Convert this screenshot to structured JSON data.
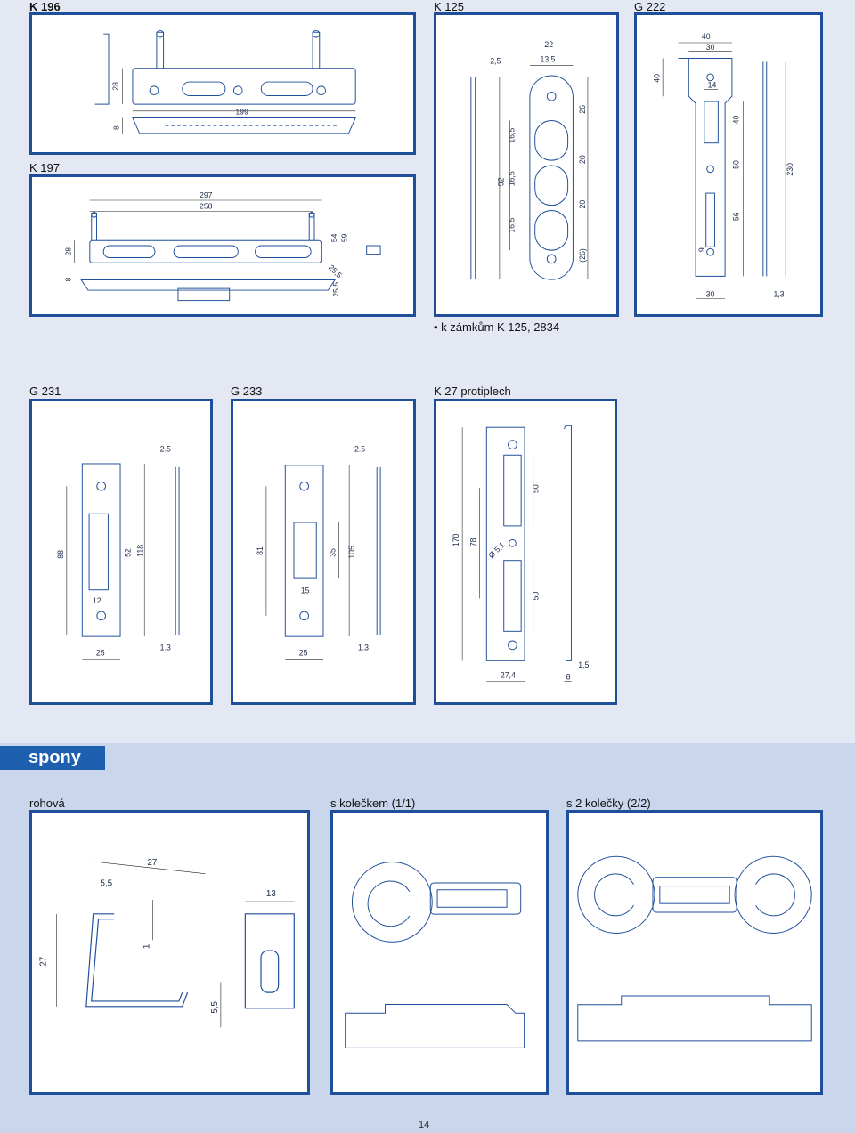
{
  "titles": {
    "k196": "K 196",
    "k125": "K 125",
    "g222": "G 222",
    "k197": "K 197",
    "g231": "G 231",
    "g233": "G 233",
    "k27": "K 27 protiplech"
  },
  "note": "• k zámkům K 125, 2834",
  "section": {
    "label": "spony",
    "rohova": "rohová",
    "s_keleckem": "s kolečkem (1/1)",
    "s_2_kolecky": "s 2 kolečky (2/2)"
  },
  "dims": {
    "k196": [
      "28",
      "199",
      "8"
    ],
    "k197": [
      "297",
      "258",
      "28",
      "54",
      "59",
      "8",
      "25,5",
      "25,5"
    ],
    "k125": [
      "22",
      "2,5",
      "13,5",
      "26",
      "16,5",
      "20",
      "92",
      "16,5",
      "20",
      "16,5",
      "(26)"
    ],
    "g222": [
      "40",
      "30",
      "40",
      "14",
      "40",
      "50",
      "230",
      "56",
      "9",
      "30",
      "1,3"
    ],
    "g231": [
      "2.5",
      "88",
      "52",
      "118",
      "12",
      "25",
      "1.3"
    ],
    "g233": [
      "2.5",
      "81",
      "35",
      "105",
      "15",
      "25",
      "1.3"
    ],
    "k27": [
      "170",
      "78",
      "50",
      "Ø 5,1",
      "50",
      "27,4",
      "8",
      "1,5"
    ],
    "rohova": [
      "27",
      "5,5",
      "13",
      "27",
      "1",
      "5,5"
    ]
  },
  "page_number": "14"
}
